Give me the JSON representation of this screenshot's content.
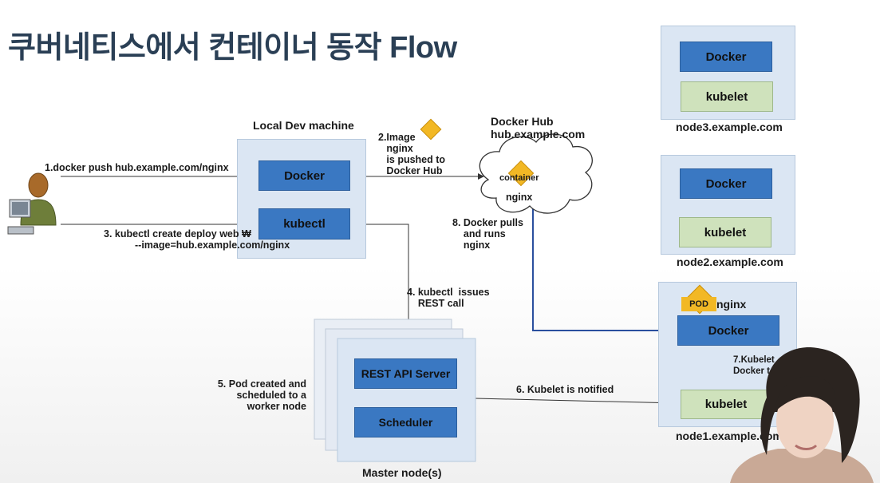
{
  "title": "쿠버네티스에서 컨테이너 동작 Flow",
  "local_dev": {
    "heading": "Local Dev machine",
    "docker": "Docker",
    "kubectl": "kubectl"
  },
  "docker_hub": {
    "name": "Docker Hub",
    "host": "hub.example.com",
    "container": "container",
    "image": "nginx"
  },
  "master": {
    "rest_api": "REST API Server",
    "scheduler": "Scheduler",
    "caption": "Master node(s)"
  },
  "nodes": {
    "node3": {
      "docker": "Docker",
      "kubelet": "kubelet",
      "host": "node3.example.com"
    },
    "node2": {
      "docker": "Docker",
      "kubelet": "kubelet",
      "host": "node2.example.com"
    },
    "node1": {
      "pod": "POD",
      "pod_name": "nginx",
      "docker": "Docker",
      "kubelet": "kubelet",
      "host": "node1.example.com"
    }
  },
  "steps": {
    "s1": "1.docker push hub.example.com/nginx",
    "s2": "2.Image\n   nginx\n   is pushed to\n   Docker Hub",
    "s3a": "3. kubectl create deploy web ₩",
    "s3b": "--image=hub.example.com/nginx",
    "s4": "4. kubectl  issues\n    REST call",
    "s5": "5. Pod created and\nscheduled to a\nworker node",
    "s6": "6. Kubelet is notified",
    "s7": "7.Kubelet\nDocker t",
    "s8": "8. Docker pulls\n    and runs\n    nginx"
  },
  "colors": {
    "docker_blue": "#3a78c2",
    "kubelet_green": "#cfe2bc",
    "panel": "#dbe6f3",
    "image_diamond": "#f2b825"
  }
}
